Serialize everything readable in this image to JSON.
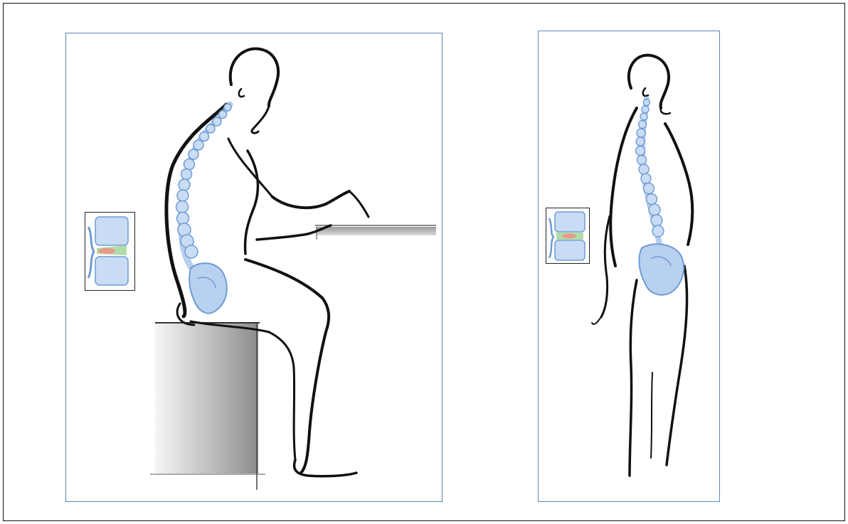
{
  "figure": {
    "panels": [
      {
        "id": "left",
        "subject": "figure-seated-at-desk"
      },
      {
        "id": "right",
        "subject": "figure-standing"
      }
    ],
    "colors": {
      "outline": "#111111",
      "spine": "#7aa7de",
      "spine_fill": "#c9dcf3",
      "disc_highlight": "#e89a8a",
      "disc_green": "#a8d8a0",
      "panel_border": "#5b86b8",
      "frame_border": "#111111"
    }
  }
}
